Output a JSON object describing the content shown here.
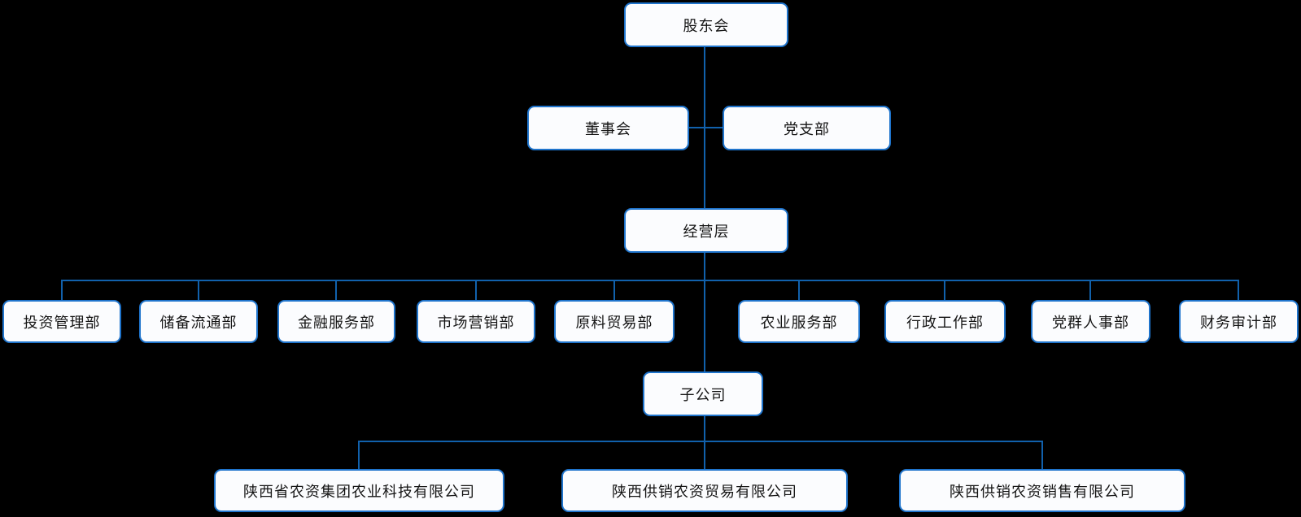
{
  "chart_type": "org-chart",
  "colors": {
    "background": "#000000",
    "connector_line": "#1161ac",
    "node_border": "#1f74cc",
    "node_fill": "#fbfcfe",
    "node_text": "#141414"
  },
  "nodes": {
    "shareholders": "股东会",
    "board": "董事会",
    "party_branch": "党支部",
    "management": "经营层",
    "subsidiaries": "子公司"
  },
  "departments": [
    "投资管理部",
    "储备流通部",
    "金融服务部",
    "市场营销部",
    "原料贸易部",
    "农业服务部",
    "行政工作部",
    "党群人事部",
    "财务审计部"
  ],
  "companies": [
    "陕西省农资集团农业科技有限公司",
    "陕西供销农资贸易有限公司",
    "陕西供销农资销售有限公司"
  ]
}
